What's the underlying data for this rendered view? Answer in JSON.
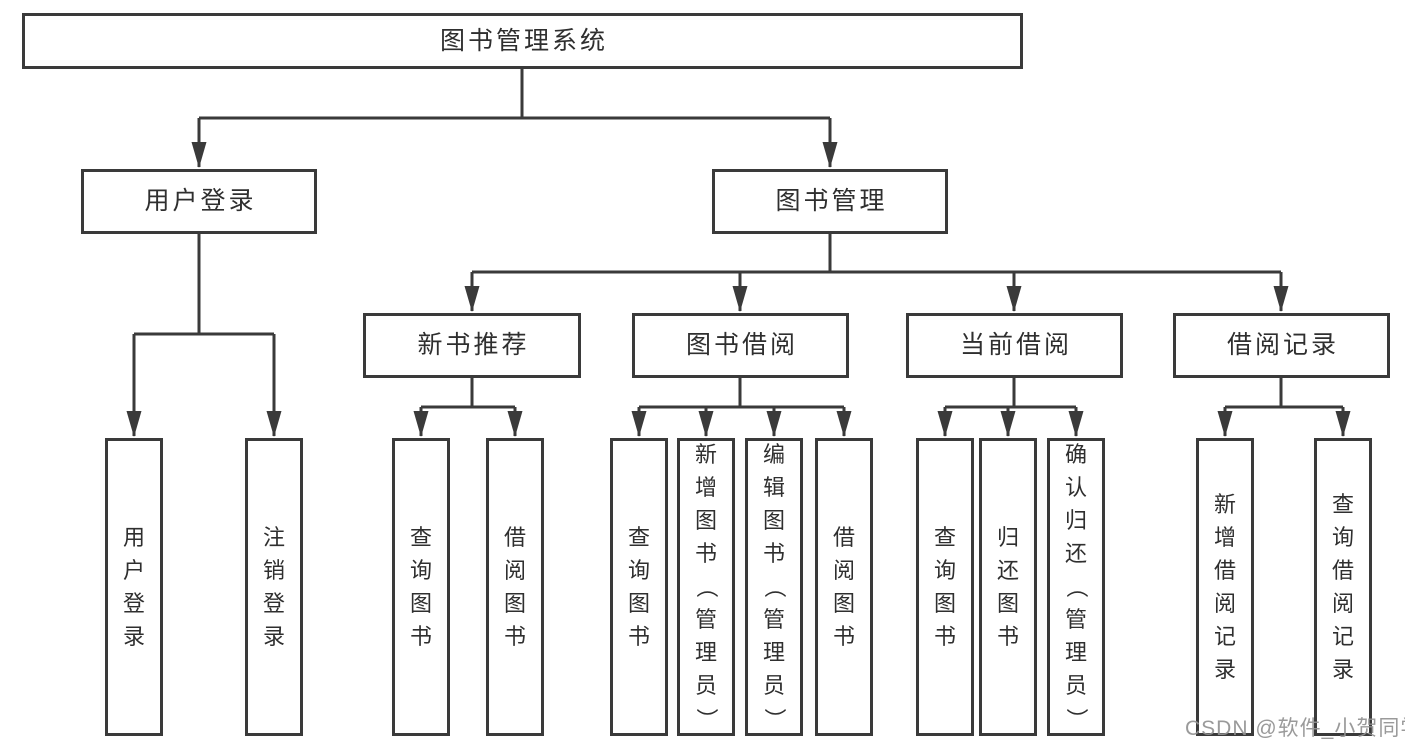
{
  "diagram_title": "图书管理系统",
  "tree": {
    "root": {
      "label": "图书管理系统",
      "children": [
        {
          "label": "用户登录",
          "children": [
            {
              "label": "用户登录"
            },
            {
              "label": "注销登录"
            }
          ]
        },
        {
          "label": "图书管理",
          "children": [
            {
              "label": "新书推荐",
              "children": [
                {
                  "label": "查询图书"
                },
                {
                  "label": "借阅图书"
                }
              ]
            },
            {
              "label": "图书借阅",
              "children": [
                {
                  "label": "查询图书"
                },
                {
                  "label": "新增图书（管理员）"
                },
                {
                  "label": "编辑图书（管理员）"
                },
                {
                  "label": "借阅图书"
                }
              ]
            },
            {
              "label": "当前借阅",
              "children": [
                {
                  "label": "查询图书"
                },
                {
                  "label": "归还图书"
                },
                {
                  "label": "确认归还（管理员）"
                }
              ]
            },
            {
              "label": "借阅记录",
              "children": [
                {
                  "label": "新增借阅记录"
                },
                {
                  "label": "查询借阅记录"
                }
              ]
            }
          ]
        }
      ]
    }
  },
  "watermark": {
    "text": "CSDN @软件_小贺同学"
  },
  "colors": {
    "line": "#3a3a3a",
    "border": "#3a3a3a",
    "text": "#2f2f2f",
    "watermark": "#919191",
    "background": "#ffffff"
  }
}
